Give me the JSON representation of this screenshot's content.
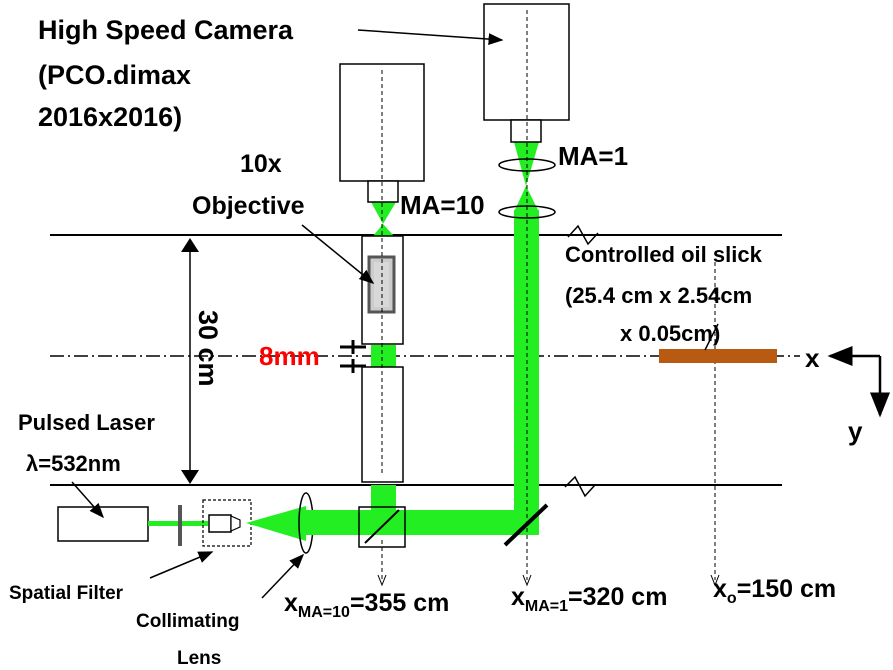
{
  "labels": {
    "camera_high": "High Speed Camera",
    "camera_model": "(PCO.dimax",
    "camera_res": "2016x2016)",
    "objective_10x": "10x",
    "objective_word": "Objective",
    "ma10": "MA=10",
    "ma1": "MA=1",
    "oil_line1": "Controlled oil slick",
    "oil_line2": "(25.4 cm x 2.54cm",
    "oil_line3": "x 0.05cm)",
    "height": "30 cm",
    "gap": "8mm",
    "laser_line1": "Pulsed Laser",
    "laser_line2": "λ=532nm",
    "spatial_filter": "Spatial Filter",
    "collimating1": "Collimating",
    "collimating2": "Lens",
    "axis_x": "x",
    "axis_y": "y",
    "pos_ma10_x": "x",
    "pos_ma10_sub": "MA=10",
    "pos_ma10_val": "=355 cm",
    "pos_ma1_x": "x",
    "pos_ma1_sub": "MA=1",
    "pos_ma1_val": "=320 cm",
    "pos_o_x": "x",
    "pos_o_sub": "o",
    "pos_o_val": "=150 cm"
  },
  "colors": {
    "beam": "#22ee22",
    "oil": "#b85a12",
    "gap_text": "#ff0000"
  }
}
